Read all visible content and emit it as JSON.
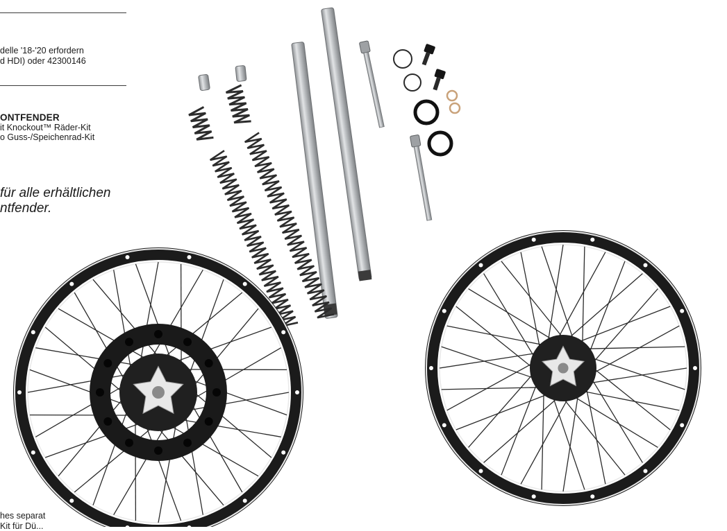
{
  "text_blocks": {
    "note_line_1": "delle '18-'20 erfordern",
    "note_line_2": "d HDI) oder 42300146",
    "section_heading": "ONTFENDER",
    "section_line_1": "it Knockout™ Räder-Kit",
    "section_line_2": "o Guss-/Speichenrad-Kit",
    "italic_line_1": "für alle erhältlichen",
    "italic_line_2": "ntfender.",
    "bottom_line_1": "hes separat",
    "bottom_line_2": "Kit für Dü..."
  },
  "product_image": {
    "items": [
      "fork-tube",
      "fork-tube",
      "fork-spring",
      "fork-spring",
      "spacer-spring",
      "spacer-spring",
      "spacer",
      "spacer",
      "axle-pin",
      "axle-pin",
      "o-ring",
      "o-ring",
      "bolt",
      "bolt",
      "washer",
      "washer",
      "spoked-wheel-front",
      "spoked-wheel-rear"
    ],
    "colors": {
      "rim": "#1b1b1b",
      "rim_highlight": "#e9e9e9",
      "chrome": "#b9bcbf",
      "spring": "#2c2c2c",
      "hub": "#202020"
    }
  }
}
